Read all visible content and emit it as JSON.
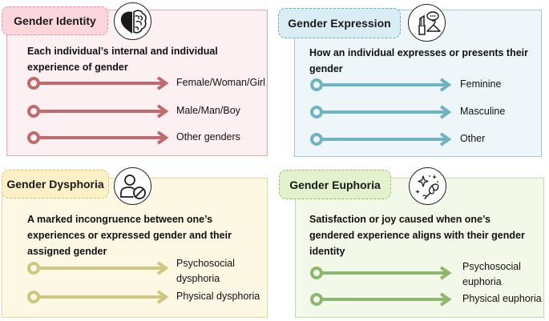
{
  "colors": {
    "identity": "#c06a6d",
    "expression": "#6fb4c2",
    "dysphoria": "#cfc77d",
    "euphoria": "#8bb86a"
  },
  "panels": {
    "identity": {
      "title": "Gender Identity",
      "icon": "brain-heart-icon",
      "description_lines": [
        "Each individual’s internal and individual",
        "experience of gender"
      ],
      "items": [
        "Female/Woman/Girl",
        "Male/Man/Boy",
        "Other genders"
      ]
    },
    "expression": {
      "title": "Gender Expression",
      "icon": "lipstick-hanger-icon",
      "description_lines": [
        "How an individual expresses or presents their",
        "gender"
      ],
      "items": [
        "Feminine",
        "Masculine",
        "Other"
      ]
    },
    "dysphoria": {
      "title": "Gender Dysphoria",
      "icon": "person-prohibited-icon",
      "description_lines": [
        "A marked incongruence between one’s",
        "experiences or expressed gender and their",
        "assigned gender"
      ],
      "items": [
        [
          "Psychosocial",
          "dysphoria"
        ],
        [
          "Physical dysphoria"
        ]
      ]
    },
    "euphoria": {
      "title": "Gender Euphoria",
      "icon": "sparkles-flower-icon",
      "description_lines": [
        "Satisfaction or joy caused when one’s",
        "gendered experience aligns with their gender",
        "identity"
      ],
      "items": [
        [
          "Psychosocial",
          "euphoria"
        ],
        [
          "Physical euphoria"
        ]
      ]
    }
  }
}
